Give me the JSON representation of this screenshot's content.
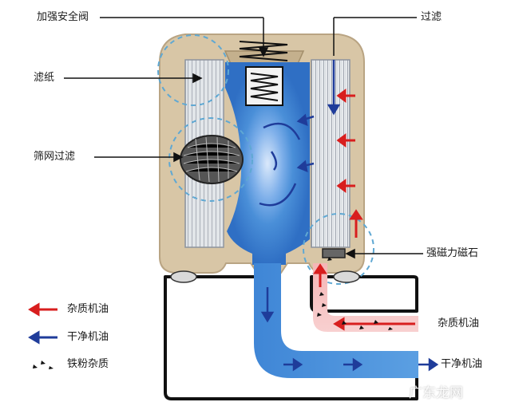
{
  "labels": {
    "relief_valve": "加强安全阀",
    "filtering": "过滤",
    "filter_paper": "滤纸",
    "screen_filter": "筛网过滤",
    "magnet": "强磁力磁石",
    "dirty_oil_right": "杂质机油",
    "clean_oil_right": "干净机油"
  },
  "legend": {
    "dirty_oil": "杂质机油",
    "clean_oil": "干净机油",
    "iron_particles": "铁粉杂质"
  },
  "watermark": "广东龙网",
  "colors": {
    "dirty_oil": "#d81e1e",
    "clean_oil": "#1f3c9a",
    "housing": "#d8c6a6",
    "oil_blue": "#4a8fd8",
    "dashed_circle": "#5fa8d3"
  }
}
